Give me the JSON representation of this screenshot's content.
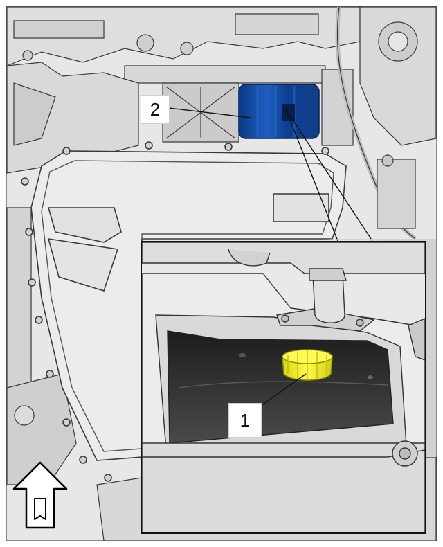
{
  "figure": {
    "callouts": [
      {
        "id": "1",
        "label": "1",
        "part": "yellow-cap"
      },
      {
        "id": "2",
        "label": "2",
        "part": "blue-highlight"
      }
    ],
    "colors": {
      "background": "#ffffff",
      "component_fill": "#e6e6e6",
      "component_shade": "#c9c9c9",
      "outline": "#3a3a3a",
      "highlight_blue": "#0b3f91",
      "highlight_yellow": "#f2ee2a",
      "cavity_dark": "#2a2a2a"
    },
    "icons": [
      "up-arrow-icon"
    ]
  }
}
